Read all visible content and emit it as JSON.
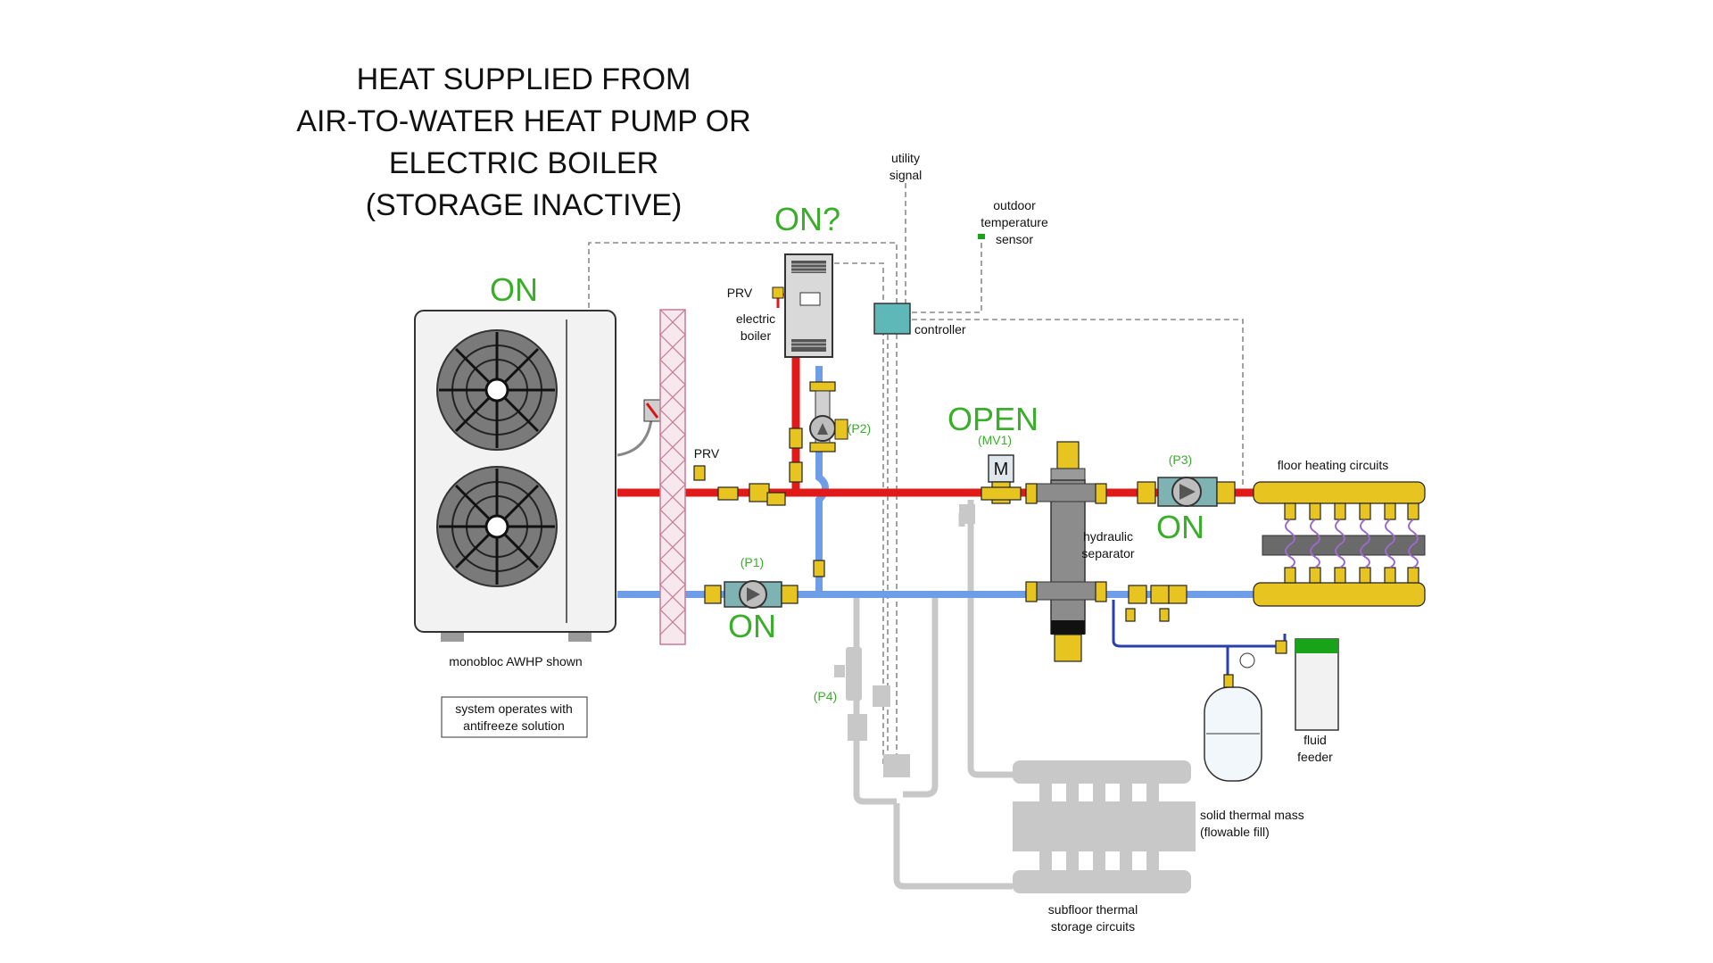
{
  "title_lines": [
    "HEAT SUPPLIED FROM",
    "AIR-TO-WATER HEAT PUMP OR",
    "ELECTRIC BOILER",
    "(STORAGE INACTIVE)"
  ],
  "status": {
    "heat_pump": "ON",
    "boiler": "ON?",
    "mixing_valve": "OPEN",
    "p1": "ON",
    "p3": "ON"
  },
  "pump_labels": {
    "p1": "(P1)",
    "p2": "(P2)",
    "p3": "(P3)",
    "p4": "(P4)",
    "mv1": "(MV1)",
    "mv1_symbol": "M"
  },
  "labels": {
    "utility_signal": [
      "utility",
      "signal"
    ],
    "outdoor_sensor": [
      "outdoor",
      "temperature",
      "sensor"
    ],
    "controller": "controller",
    "prv_boiler": "PRV",
    "prv_main": "PRV",
    "electric_boiler": [
      "electric",
      "boiler"
    ],
    "hydraulic_separator": [
      "hydraulic",
      "separator"
    ],
    "floor_heating": "floor heating circuits",
    "awhp": "monobloc AWHP shown",
    "antifreeze_note": [
      "system operates with",
      "antifreeze solution"
    ],
    "fluid_feeder": [
      "fluid",
      "feeder"
    ],
    "thermal_mass": [
      "solid thermal mass",
      "(flowable fill)"
    ],
    "storage_circuits": [
      "subfloor thermal",
      "storage circuits"
    ]
  },
  "colors": {
    "hot_supply": "#e01919",
    "cold_return": "#6f9ee8",
    "status_green": "#3aad2a",
    "brass": "#e7c420",
    "controller": "#5fb8b8",
    "inactive": "#c8c8c8",
    "feeder_green": "#19a319",
    "pex_loops": "#9b6bc9"
  }
}
